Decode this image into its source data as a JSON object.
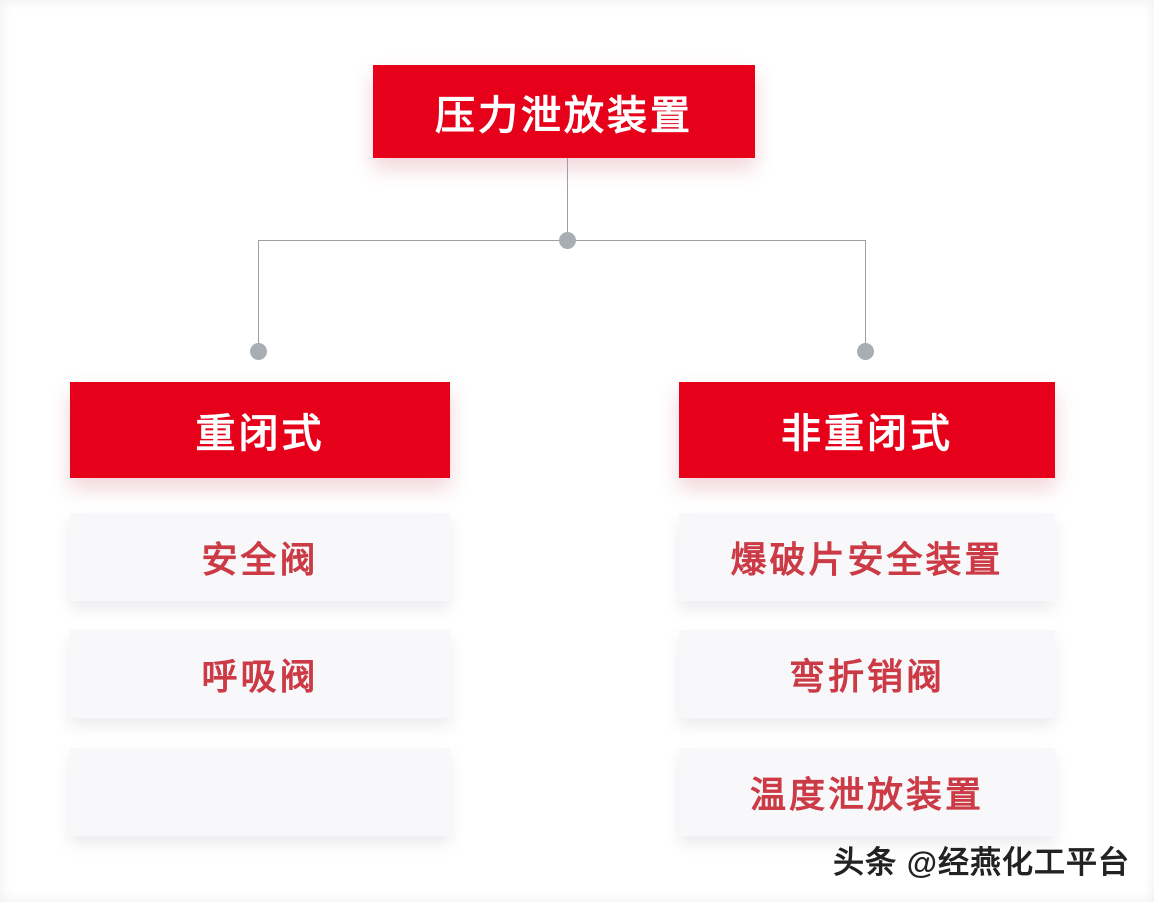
{
  "diagram": {
    "root_label": "压力泄放装置",
    "branches": [
      {
        "header": "重闭式",
        "items": [
          "安全阀",
          "呼吸阀",
          ""
        ]
      },
      {
        "header": "非重闭式",
        "items": [
          "爆破片安全装置",
          "弯折销阀",
          "温度泄放装置"
        ]
      }
    ],
    "colors": {
      "node_red": "#e60019",
      "item_text_red": "#cb3a45",
      "item_bg": "#f8f8fa",
      "connector_gray": "#9aa0a6"
    }
  },
  "watermark": {
    "text": "头条 @经燕化工平台"
  }
}
